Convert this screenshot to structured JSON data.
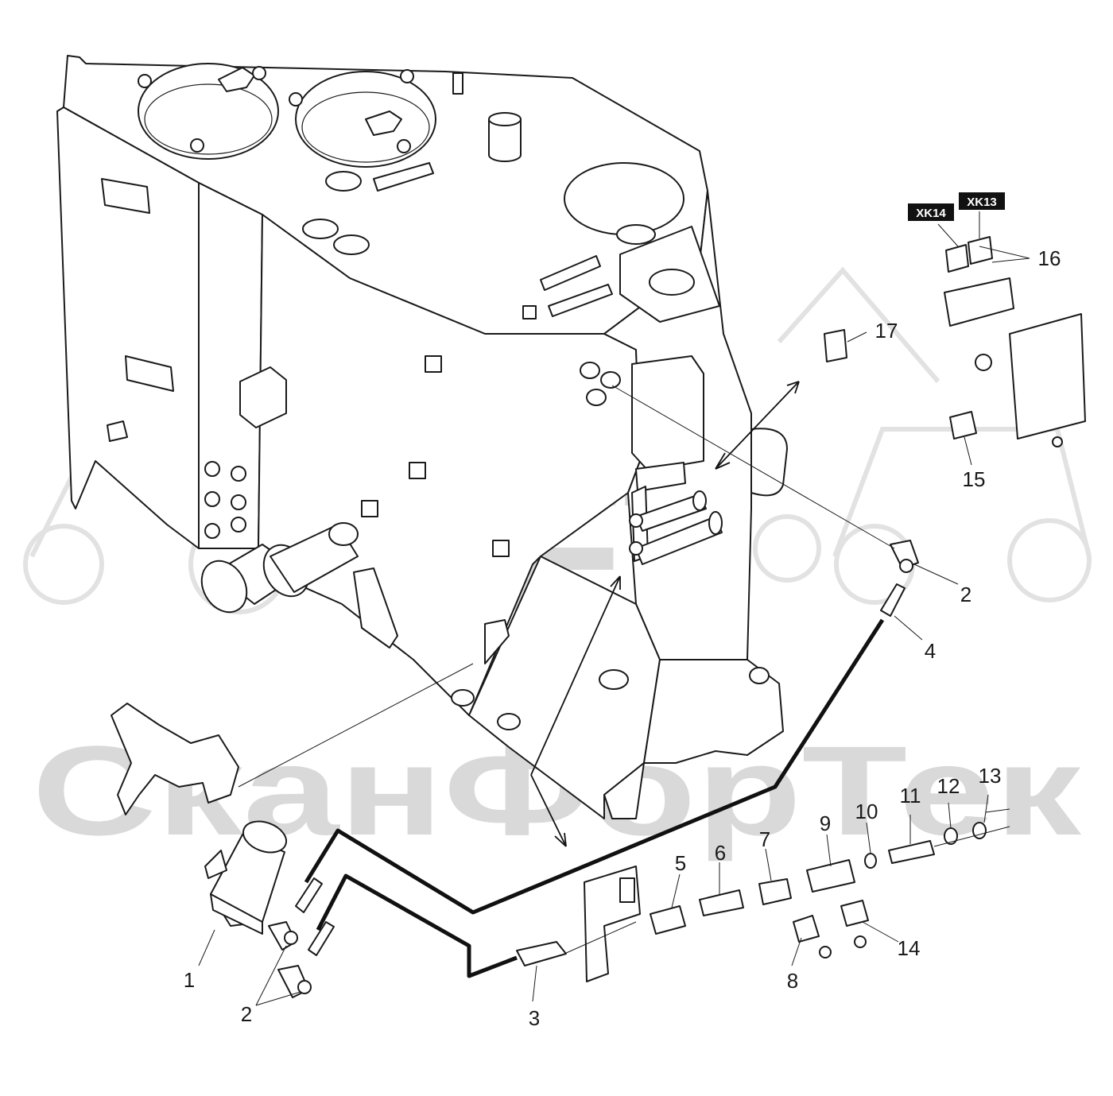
{
  "watermark": {
    "logo_text": "SFT",
    "company_text": "СканФорТек"
  },
  "connector_tags": [
    "XK14",
    "XK13"
  ],
  "callouts": [
    "1",
    "2",
    "2",
    "3",
    "4",
    "5",
    "6",
    "7",
    "8",
    "9",
    "10",
    "11",
    "12",
    "13",
    "14",
    "15",
    "16",
    "17"
  ]
}
